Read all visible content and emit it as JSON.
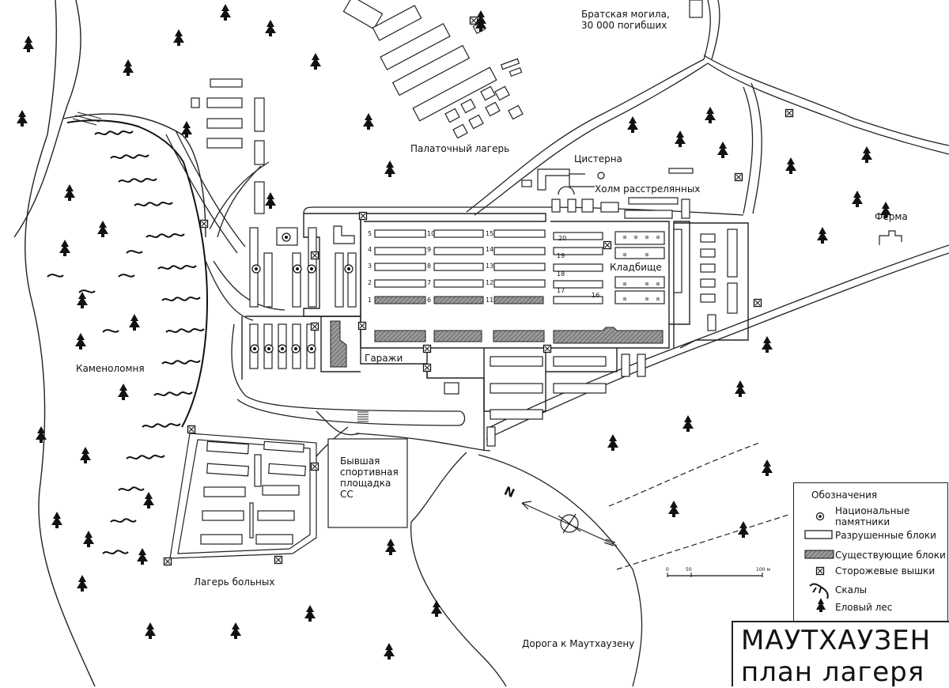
{
  "labels": {
    "mass_grave": [
      "Братская могила,",
      "30 000 погибших"
    ],
    "tent_camp": "Палаточный лагерь",
    "cistern": "Цистерна",
    "execution_hill": "Холм расстрелянных",
    "farm": "Ферма",
    "cemetery": "Кладбище",
    "quarry": "Каменоломня",
    "garages": "Гаражи",
    "sports_ground": [
      "Бывшая",
      "спортивная",
      "площадка",
      "СС"
    ],
    "sick_camp": "Лагерь больных",
    "road": "Дорога к Маутхаузену"
  },
  "block_numbers": [
    "5",
    "4",
    "3",
    "2",
    "1",
    "10",
    "9",
    "8",
    "7",
    "6",
    "15",
    "14",
    "13",
    "12",
    "11",
    "20",
    "19",
    "18",
    "17",
    "16"
  ],
  "legend": {
    "title": "Обозначения",
    "items": [
      {
        "icon": "monument-icon",
        "label": [
          "Национальные",
          "памятники"
        ]
      },
      {
        "icon": "destroyed-block-icon",
        "label": [
          "Разрушенные блоки"
        ]
      },
      {
        "icon": "existing-block-icon",
        "label": [
          "Существующие блоки"
        ]
      },
      {
        "icon": "watchtower-icon",
        "label": [
          "Сторожевые вышки"
        ]
      },
      {
        "icon": "cliff-icon",
        "label": [
          "Скалы"
        ]
      },
      {
        "icon": "spruce-icon",
        "label": [
          "Еловый лес"
        ]
      }
    ]
  },
  "scale": {
    "ticks": [
      "0",
      "50",
      "100 м"
    ]
  },
  "compass": {
    "letter": "N"
  },
  "title": {
    "line1": "МАУТХАУЗЕН",
    "line2": "план лагеря"
  }
}
